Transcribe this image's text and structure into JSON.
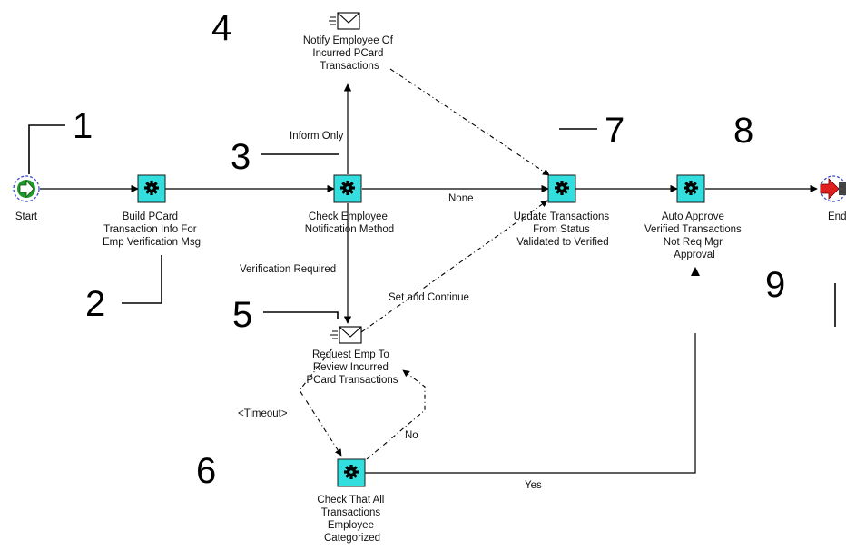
{
  "nodes": {
    "start": {
      "label": [
        "Start"
      ]
    },
    "build": {
      "label": [
        "Build PCard",
        "Transaction Info For",
        "Emp Verification Msg"
      ]
    },
    "check_method": {
      "label": [
        "Check Employee",
        "Notification Method"
      ]
    },
    "notify": {
      "label": [
        "Notify Employee Of",
        "Incurred PCard",
        "Transactions"
      ]
    },
    "update": {
      "label": [
        "Update Transactions",
        "From Status",
        "Validated to Verified"
      ]
    },
    "auto_approve": {
      "label": [
        "Auto Approve",
        "Verified Transactions",
        "Not Req Mgr",
        "Approval"
      ]
    },
    "end": {
      "label": [
        "End"
      ]
    },
    "request": {
      "label": [
        "Request Emp To",
        "Review Incurred",
        "PCard Transactions"
      ]
    },
    "check_all": {
      "label": [
        "Check That All",
        "Transactions",
        "Employee",
        "Categorized"
      ]
    }
  },
  "edges": {
    "inform_only": "Inform Only",
    "none": "None",
    "verification_required": "Verification Required",
    "set_and_continue": "Set and Continue",
    "timeout": "<Timeout>",
    "no": "No",
    "yes": "Yes"
  },
  "callouts": [
    "1",
    "2",
    "3",
    "4",
    "5",
    "6",
    "7",
    "8",
    "9"
  ],
  "colors": {
    "function_fill": "#33dede",
    "start_icon": "#1f9a2a",
    "end_icon": "#e02020",
    "dashed_circle": "#3a4fd0"
  },
  "icons": {
    "function": "gear-icon",
    "notification": "envelope-icon",
    "start": "start-arrow-icon",
    "end": "end-arrow-icon"
  }
}
